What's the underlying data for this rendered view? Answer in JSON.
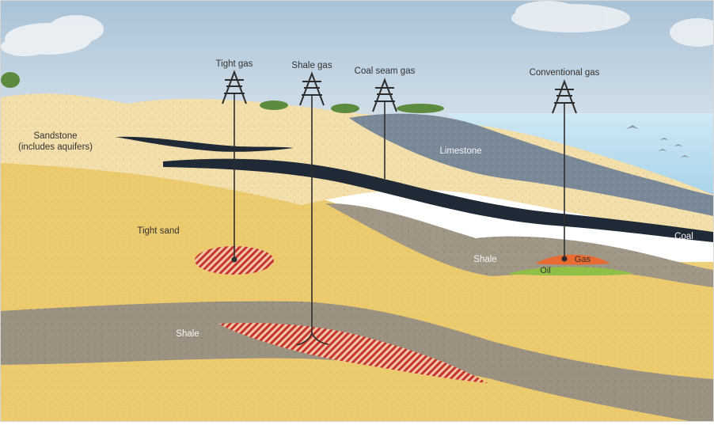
{
  "wells": [
    {
      "label": "Tight gas"
    },
    {
      "label": "Shale gas"
    },
    {
      "label": "Coal seam gas"
    },
    {
      "label": "Conventional gas"
    }
  ],
  "layers": {
    "sandstone_line1": "Sandstone",
    "sandstone_line2": "(includes aquifers)",
    "tight_sand": "Tight sand",
    "limestone": "Limestone",
    "coal": "Coal",
    "shale_right": "Shale",
    "shale_lower": "Shale",
    "gas": "Gas",
    "oil": "Oil"
  },
  "colors": {
    "sky": "#b9cfe0",
    "sea": "#bfe0ef",
    "sand_light": "#f2deab",
    "sand_mid": "#ead29a",
    "sand_deep": "#e9c664",
    "shale": "#9e9487",
    "shale_dark": "#6f675e",
    "limestone": "#7d8b98",
    "coal": "#1f2a36",
    "gas": "#e86c32",
    "oil": "#8fbf45",
    "reservoir_hatch": "#c8342c"
  }
}
